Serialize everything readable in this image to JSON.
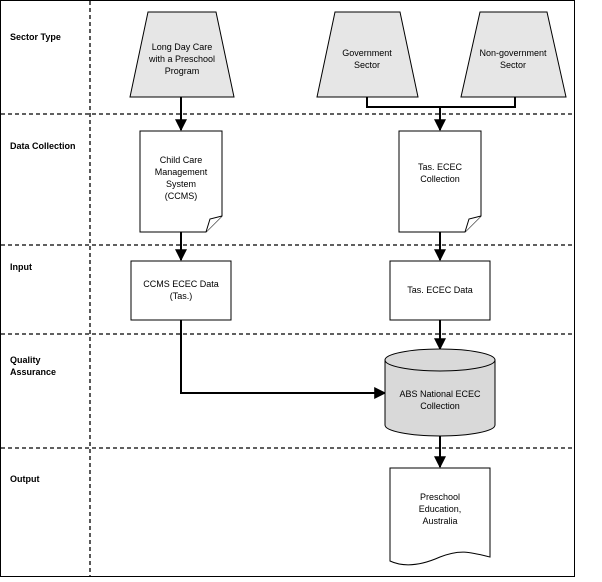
{
  "lanes": [
    {
      "label": [
        "Sector Type"
      ]
    },
    {
      "label": [
        "Data Collection"
      ]
    },
    {
      "label": [
        "Input"
      ]
    },
    {
      "label": [
        "Quality",
        "Assurance"
      ]
    },
    {
      "label": [
        "Output"
      ]
    }
  ],
  "nodes": {
    "long_day_care": [
      "Long Day Care",
      "with a Preschool",
      "Program"
    ],
    "government_sector": [
      "Government",
      "Sector"
    ],
    "non_government_sector": [
      "Non-government",
      "Sector"
    ],
    "ccms": [
      "Child Care",
      "Management",
      "System",
      "(CCMS)"
    ],
    "tas_collection": [
      "Tas. ECEC",
      "Collection"
    ],
    "ccms_data": [
      "CCMS ECEC Data",
      "(Tas.)"
    ],
    "tas_data": [
      "Tas. ECEC Data"
    ],
    "abs_collection": [
      "ABS National ECEC",
      "Collection"
    ],
    "preschool_output": [
      "Preschool",
      "Education,",
      "Australia"
    ]
  },
  "colors": {
    "shape_fill_grey": "#e6e6e6",
    "cylinder_fill": "#d9d9d9",
    "line": "#000000"
  }
}
